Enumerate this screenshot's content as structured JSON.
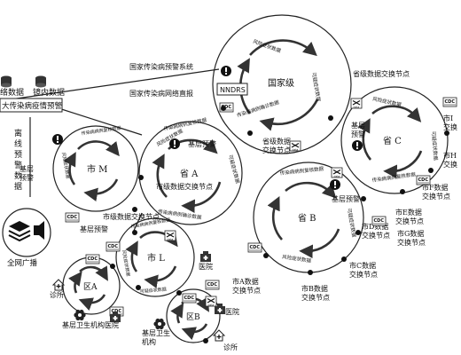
{
  "left_panel": {
    "db_labels": [
      "络数据",
      "镜内数据"
    ],
    "warning_box": "大传染病疫情预警",
    "offline_label": "离线预警数据",
    "broadcast_label": "全网广播"
  },
  "national": {
    "center": "国家级",
    "system_label": "国家传染病预警系统",
    "direct_label": "国家传染病网络直报",
    "nndrs": "NNDRS",
    "arc_labels": [
      "风险症状数据",
      "可疑症状数据",
      "传染病病例确诊数据"
    ]
  },
  "province_a": {
    "center": "省 A",
    "node": "市级数据交换节点",
    "grassroots": "基层预警",
    "arc_labels": [
      "风险症状数据",
      "可疑症状数据",
      "传染病病例确诊数据",
      "传染病病例复核数据"
    ]
  },
  "province_b": {
    "center": "省 B",
    "grassroots": "基层预警",
    "arc_labels": [
      "传染病病例复核数据",
      "风险症状数据",
      "可疑症状数据"
    ],
    "nodes": [
      "市A数据\n交换节点",
      "市B数据\n交换节点",
      "市C数据\n交换节点",
      "市D数据\n交换节点",
      "市E数据\n交换节点"
    ]
  },
  "province_c": {
    "center": "省 C",
    "top_node": "省级数据交换节点",
    "grassroots": "基层\n预警",
    "arc_labels": [
      "风险症状数据",
      "传染病病例复核数据",
      "可疑症状数据"
    ],
    "nodes": [
      "市F数据\n交换节点",
      "市G数据\n交换节点"
    ],
    "right_nodes": [
      "市I\n交换",
      "市H\n交换"
    ]
  },
  "province_node_label": "省级数据\n交换节点",
  "city_m": {
    "center": "市 M",
    "grassroots": "基层\n预警",
    "node": "市级数据交换节点",
    "arc_labels": [
      "传染病病例复核数据",
      "风险症状数据"
    ]
  },
  "city_l": {
    "center": "市 L",
    "grassroots": "基层预警",
    "arc_labels": [
      "传染病病例复核数据",
      "风险症状数据",
      "可疑症状数据"
    ],
    "hospital": "医院"
  },
  "district_a": {
    "center": "区A",
    "clinic": "诊所",
    "org": "基层卫生机构",
    "hospital": "医院"
  },
  "district_b": {
    "center": "区B",
    "hospital": "医院",
    "org": "基层卫生\n机构",
    "clinic": "诊所"
  },
  "icons": {
    "cdc": "CDC",
    "exchange": "data"
  }
}
